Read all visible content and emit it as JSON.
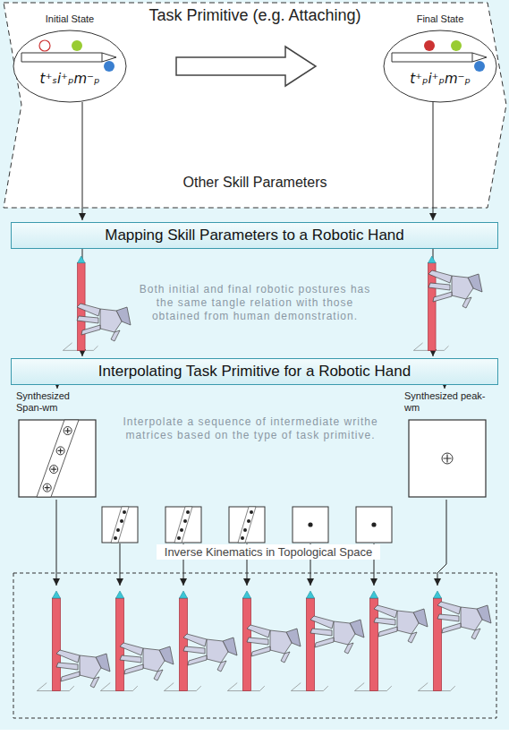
{
  "diagram": {
    "nodes": [
      {
        "text": [
          "Task Primitive (e.g. Attaching)",
          "Other Skill Parameters"
        ]
      },
      {
        "text": [
          "Initial State",
          "t⁺ₛi⁺ₚm⁻ₚ"
        ],
        "in": 0
      },
      {
        "text": [
          "Final State",
          "t⁺ₚi⁺ₚm⁻ₚ"
        ],
        "in": 0
      },
      {
        "text": [
          "Mapping Skill Parameters to a Robotic Hand"
        ]
      },
      {
        "text": [
          "Interpolating Task Primitive for a Robotic Hand"
        ]
      },
      {
        "text": [
          "Synthesized Span-wm"
        ]
      },
      {
        "text": [
          "Synthesized peak-wm"
        ]
      }
    ],
    "edges": [
      {
        "from": 1,
        "to": 2,
        "arrow": "to"
      },
      {
        "from": 1,
        "to": 3,
        "arrow": "to"
      },
      {
        "from": 2,
        "to": 3,
        "arrow": "to"
      },
      {
        "from": 3,
        "to": 4,
        "arrow": "to"
      },
      {
        "from": 3,
        "to": 4,
        "arrow": "to"
      },
      {
        "from": 4,
        "to": 5,
        "arrow": "to"
      },
      {
        "from": 4,
        "to": 6,
        "arrow": "to"
      }
    ],
    "labels": [
      "Both initial and final robotic postures has the same tangle relation with those obtained from human demonstration.",
      "Interpolate a sequence of intermediate writhe matrices based on the type of task primitive.",
      "Inverse Kinematics in Topological Space"
    ]
  }
}
